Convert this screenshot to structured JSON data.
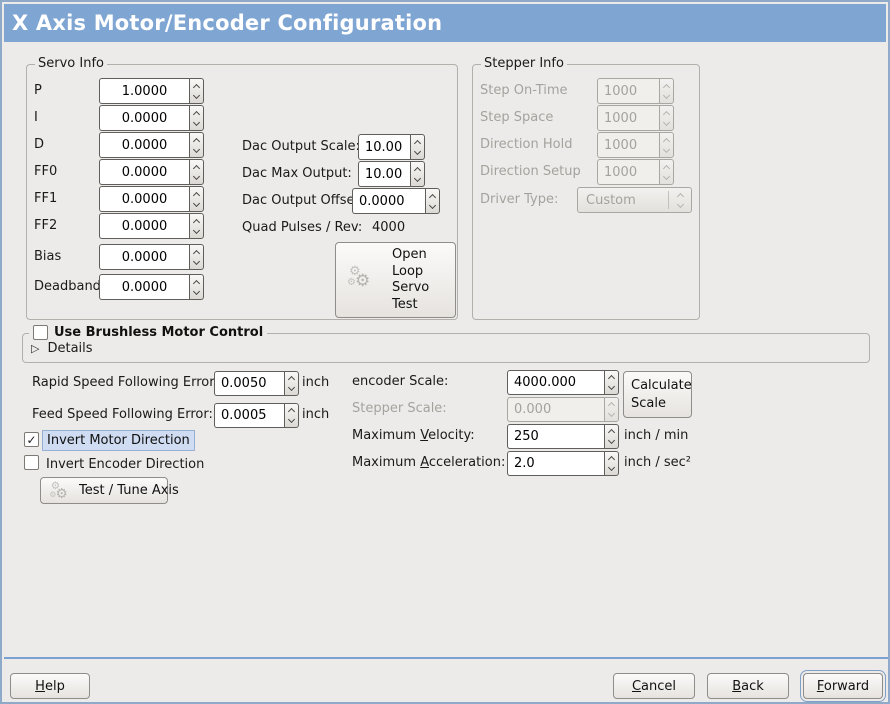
{
  "window": {
    "title": "X Axis Motor/Encoder Configuration"
  },
  "colors": {
    "titlebar_bg": "#7fa5d3",
    "window_border": "#8fa9c9",
    "separator": "#7ba2d2",
    "focus_highlight_bg": "#cfdcf1",
    "disabled_text": "#a5a29e"
  },
  "icons": {
    "gears": "⚙",
    "expander_arrow": "▷",
    "check": "✓"
  },
  "servo_info": {
    "label": "Servo Info",
    "params": [
      {
        "label": "P",
        "value": "1.0000"
      },
      {
        "label": "I",
        "value": "0.0000"
      },
      {
        "label": "D",
        "value": "0.0000"
      },
      {
        "label": "FF0",
        "value": "0.0000"
      },
      {
        "label": "FF1",
        "value": "0.0000"
      },
      {
        "label": "FF2",
        "value": "0.0000"
      },
      {
        "label": "Bias",
        "value": "0.0000"
      },
      {
        "label": "Deadband",
        "value": "0.0000"
      }
    ],
    "dac_output_scale": {
      "label": "Dac Output Scale:",
      "value": "10.00"
    },
    "dac_max_output": {
      "label": "Dac Max Output:",
      "value": "10.00"
    },
    "dac_output_offset": {
      "label": "Dac Output Offset:",
      "value": "0.0000"
    },
    "quad_pulses": {
      "label": "Quad Pulses / Rev:",
      "value": "4000"
    },
    "open_loop_button": {
      "line1": "Open",
      "line2": "Loop",
      "line3": "Servo",
      "line4": "Test"
    }
  },
  "stepper_info": {
    "label": "Stepper Info",
    "params": [
      {
        "label": "Step On-Time",
        "value": "1000"
      },
      {
        "label": "Step Space",
        "value": "1000"
      },
      {
        "label": "Direction Hold",
        "value": "1000"
      },
      {
        "label": "Direction Setup",
        "value": "1000"
      }
    ],
    "driver_type": {
      "label": "Driver Type:",
      "value": "Custom"
    }
  },
  "brushless": {
    "label": "Use Brushless Motor Control",
    "check_glyph": "",
    "details_label": "Details"
  },
  "following_error": {
    "rapid": {
      "label": "Rapid Speed Following Error:",
      "value": "0.0050",
      "unit": "inch"
    },
    "feed": {
      "label": "Feed Speed Following Error:",
      "value": "0.0005",
      "unit": "inch"
    }
  },
  "direction_options": [
    {
      "label": "Invert Motor Direction",
      "check_glyph": "✓"
    },
    {
      "label": "Invert Encoder Direction",
      "check_glyph": ""
    }
  ],
  "test_tune_button_label": "Test / Tune Axis",
  "scale_section": {
    "encoder_scale": {
      "label": "encoder Scale:",
      "value": "4000.000"
    },
    "stepper_scale": {
      "label": "Stepper Scale:",
      "value": "0.000"
    },
    "calculate_button": {
      "line1": "Calculate",
      "line2": "Scale"
    },
    "max_velocity": {
      "label_pre": "Maximum ",
      "label_mn": "V",
      "label_post": "elocity:",
      "value": "250",
      "unit": "inch / min"
    },
    "max_acceleration": {
      "label_pre": "Maximum ",
      "label_mn": "A",
      "label_post": "cceleration:",
      "value": "2.0",
      "unit": "inch / sec²"
    }
  },
  "footer": {
    "help": {
      "mn": "H",
      "post": "elp"
    },
    "cancel": {
      "mn": "C",
      "post": "ancel"
    },
    "back": {
      "mn": "B",
      "post": "ack"
    },
    "forward": {
      "mn": "F",
      "post": "orward"
    }
  }
}
